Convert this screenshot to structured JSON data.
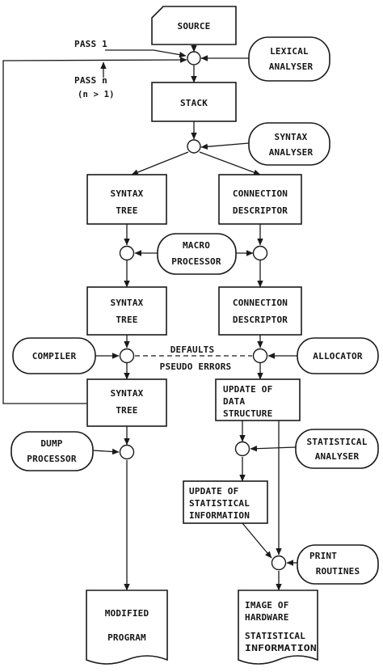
{
  "source": "SOURCE",
  "pass1": "PASS 1",
  "pass_n": "PASS n",
  "pass_n_cond": "(n > 1)",
  "lexical": [
    "LEXICAL",
    "ANALYSER"
  ],
  "stack": "STACK",
  "syntax_analyser": [
    "SYNTAX",
    "ANALYSER"
  ],
  "syntax_tree_1": [
    "SYNTAX",
    "TREE"
  ],
  "connection_1": [
    "CONNECTION",
    "DESCRIPTOR"
  ],
  "macro": [
    "MACRO",
    "PROCESSOR"
  ],
  "syntax_tree_2": [
    "SYNTAX",
    "TREE"
  ],
  "connection_2": [
    "CONNECTION",
    "DESCRIPTOR"
  ],
  "compiler": "COMPILER",
  "defaults": "DEFAULTS",
  "pseudo_errors": "PSEUDO ERRORS",
  "allocator": "ALLOCATOR",
  "syntax_tree_3": [
    "SYNTAX",
    "TREE"
  ],
  "update_data": [
    "UPDATE OF",
    "DATA",
    "STRUCTURE"
  ],
  "dump": [
    "DUMP",
    "PROCESSOR"
  ],
  "statistical_analyser": [
    "STATISTICAL",
    "ANALYSER"
  ],
  "update_stat": [
    "UPDATE OF",
    "STATISTICAL",
    "INFORMATION"
  ],
  "print": [
    "PRINT",
    "ROUTINES"
  ],
  "modified": [
    "MODIFIED",
    "PROGRAM"
  ],
  "image": [
    "IMAGE OF",
    "HARDWARE",
    "STATISTICAL",
    "INFORMATION"
  ]
}
